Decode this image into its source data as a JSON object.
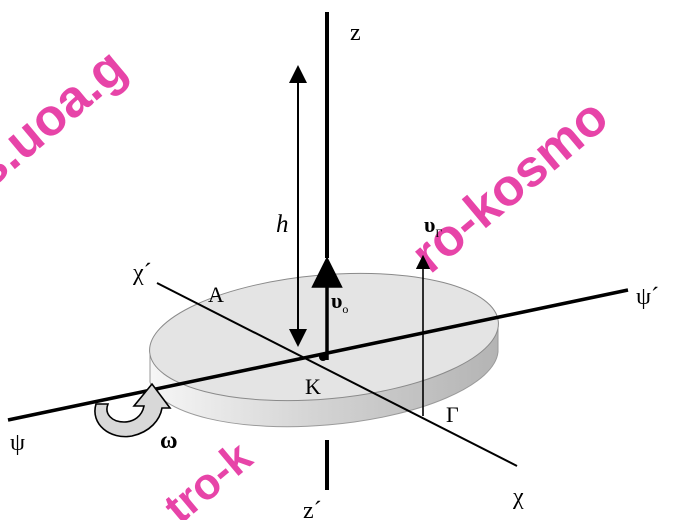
{
  "labels": {
    "z": "z",
    "z_prime": "z´",
    "x": "χ",
    "x_prime": "χ´",
    "y": "ψ",
    "y_prime": "ψ´",
    "A": "A",
    "K": "K",
    "G": "Γ",
    "h": "h",
    "v0_main": "υ",
    "v0_sub": "o",
    "vG_main": "υ",
    "vG_sub": "Γ",
    "omega": "ω"
  },
  "watermark": {
    "left": "s.uoa.g",
    "right": "ro-kosmo",
    "bottom": "tro-k"
  },
  "colors": {
    "disk_top": "#e4e4e4",
    "disk_side_light": "#f4f4f4",
    "disk_side_dark": "#b8b8b8",
    "watermark": "#e3249a"
  }
}
